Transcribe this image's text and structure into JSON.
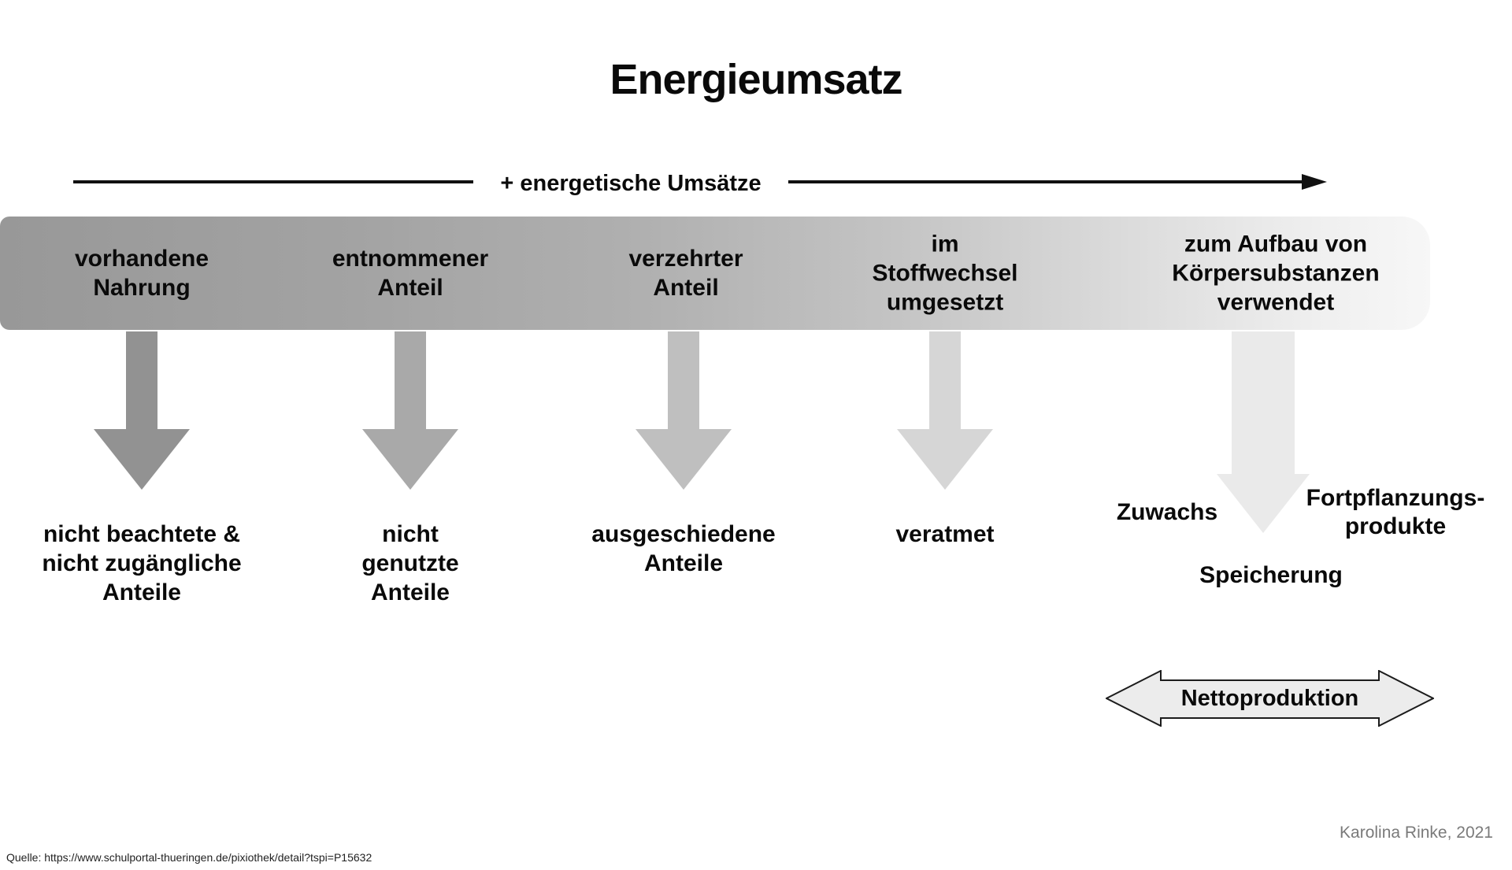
{
  "title": "Energieumsatz",
  "axis_label": "+ energetische Umsätze",
  "columns": [
    {
      "stage": "vorhandene\nNahrung",
      "outflow": "nicht beachtete &\nnicht zugängliche\nAnteile",
      "arrow_color": "#929292"
    },
    {
      "stage": "entnommener\nAnteil",
      "outflow": "nicht\ngenutzte\nAnteile",
      "arrow_color": "#a9a9a9"
    },
    {
      "stage": "verzehrter\nAnteil",
      "outflow": "ausgeschiedene\nAnteile",
      "arrow_color": "#bfbfbf"
    },
    {
      "stage": "im\nStoffwechsel\numgesetzt",
      "outflow": "veratmet",
      "arrow_color": "#d6d6d6"
    },
    {
      "stage": "zum Aufbau von\nKörpersubstanzen\nverwendet",
      "arrow_color": "#eaeaea"
    }
  ],
  "production": {
    "zuwachs": "Zuwachs",
    "fortpflanzungsprodukte": "Fortpflanzungs-\nprodukte",
    "speicherung": "Speicherung",
    "nettoproduktion": "Nettoproduktion",
    "netto_arrow_fill": "#ececec",
    "netto_arrow_stroke": "#1c1c1c"
  },
  "bar_gradient": {
    "start": "#989898",
    "end": "#f7f7f7"
  },
  "credit": "Karolina Rinke, 2021",
  "source": "Quelle: https://www.schulportal-thueringen.de/pixiothek/detail?tspi=P15632"
}
